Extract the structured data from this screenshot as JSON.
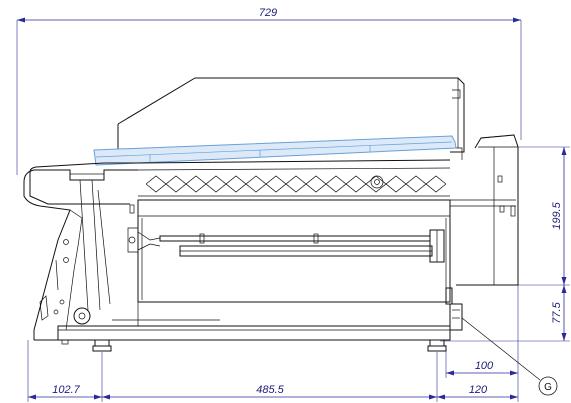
{
  "dimensions": {
    "overall_width": "729",
    "height_upper": "199.5",
    "height_lower": "77.5",
    "bottom_left": "102.7",
    "bottom_middle": "485.5",
    "bottom_right": "120",
    "right_offset": "100"
  },
  "callout": {
    "label": "G"
  },
  "colors": {
    "dimension": "#2a2a9a",
    "glass_panel": "#6aa0d8",
    "outline": "#111111"
  }
}
